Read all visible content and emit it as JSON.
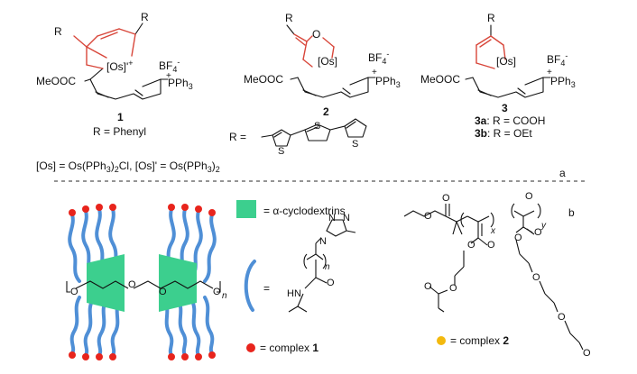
{
  "colors": {
    "red_bond": "#d8463a",
    "cyclodextrin": "#3ccf8e",
    "chain": "#4f8fd6",
    "complex1_dot": "#e8241c",
    "complex2_dot": "#f3b90e",
    "divider": "#555555",
    "ink": "#111111"
  },
  "top": {
    "c1": {
      "R1": "R",
      "R2": "R",
      "metal": "[Os]'",
      "plus": "+",
      "bf": "BF",
      "bf_sub": "4",
      "bf_sup": "-",
      "ester": "MeOOC",
      "pph": "PPh",
      "pph_sub": "3",
      "pph_plus": "+",
      "number": "1",
      "caption": "R = Phenyl"
    },
    "c2": {
      "R": "R",
      "O": "O",
      "metal": "[Os]",
      "bf": "BF",
      "bf_sub": "4",
      "bf_sup": "-",
      "ester": "MeOOC",
      "pph": "PPh",
      "pph_sub": "3",
      "pph_plus": "+",
      "number": "2"
    },
    "c3": {
      "R": "R",
      "metal": "[Os]",
      "bf": "BF",
      "bf_sub": "4",
      "bf_sup": "-",
      "ester": "MeOOC",
      "pph": "PPh",
      "pph_sub": "3",
      "pph_plus": "+",
      "number": "3",
      "a_label": "3a",
      "a_text": ": R = COOH",
      "b_label": "3b",
      "b_text": ": R = OEt"
    },
    "r_label": "R =",
    "S": "S",
    "def_left": "[Os] = Os(PPh",
    "def_left_sub": "3",
    "def_left_end": ")",
    "def_left_sub2": "2",
    "def_left_tail": "Cl, [Os]' = Os(PPh",
    "def_sub3": "3",
    "def_close": ")",
    "def_sub4": "2",
    "panel_a": "a"
  },
  "bottom": {
    "legend_cd": "= α-cyclodextrins",
    "legend_chain": "=",
    "legend_c1": "= complex ",
    "legend_c1_num": "1",
    "legend_c2": "= complex ",
    "legend_c2_num": "2",
    "panel_b": "b",
    "n": "n",
    "x": "x",
    "y": "y",
    "O": "O",
    "N": "N",
    "HN": "HN"
  }
}
